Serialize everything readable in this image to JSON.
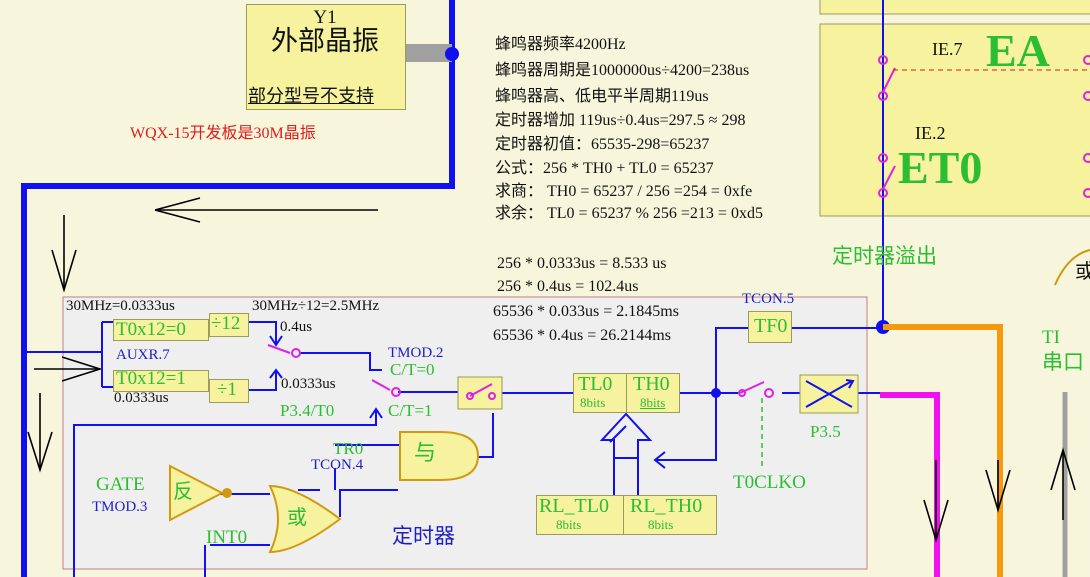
{
  "crystal": {
    "title": "Y1",
    "name": "外部晶振",
    "note": "部分型号不支持"
  },
  "board_note": "WQX-15开发板是30M晶振",
  "calc_lines": [
    "蜂鸣器频率4200Hz",
    "蜂鸣器周期是1000000us÷4200=238us",
    "蜂鸣器高、低电平半周期119us",
    "定时器增加 119us÷0.4us=297.5 ≈ 298",
    "定时器初值：65535-298=65237",
    "公式：256 * TH0 + TL0 = 65237",
    "求商：  TH0 = 65237 / 256 =254 = 0xfe",
    "求余：  TL0 = 65237 % 256 =213 = 0xd5"
  ],
  "timing_lines": [
    "256 * 0.0333us = 8.533 us",
    "256 * 0.4us = 102.4us",
    "65536 * 0.033us = 2.1845ms",
    "65536 * 0.4us = 26.2144ms"
  ],
  "interrupt": {
    "ie7": "IE.7",
    "ea": "EA",
    "ie2": "IE.2",
    "et0": "ET0"
  },
  "overflow_label": "定时器溢出",
  "serial": {
    "ti": "TI",
    "port": "串口",
    "partial": "或"
  },
  "timer": {
    "clock_in": "30MHz=0.0333us",
    "clock_div": "30MHz÷12=2.5MHz",
    "t0x12_0": "T0x12=0",
    "t0x12_1": "T0x12=1",
    "div12": "÷12",
    "div1": "÷1",
    "auxr": "AUXR.7",
    "period_04": "0.4us",
    "period_0033": "0.0333us",
    "period_0033_left": "0.0333us",
    "tmod2": "TMOD.2",
    "ct0": "C/T=0",
    "ct1": "C/T=1",
    "p34": "P3.4/T0",
    "tcon5": "TCON.5",
    "tf0": "TF0",
    "tl0": "TL0",
    "th0": "TH0",
    "bits": "8bits",
    "p35": "P3.5",
    "t0clko": "T0CLKO",
    "tr0": "TR0",
    "tcon4": "TCON.4",
    "and_gate": "与",
    "not_gate": "反",
    "or_gate": "或",
    "gate": "GATE",
    "tmod3": "TMOD.3",
    "int0": "INT0",
    "rl_tl0": "RL_TL0",
    "rl_th0": "RL_TH0",
    "title": "定时器"
  }
}
